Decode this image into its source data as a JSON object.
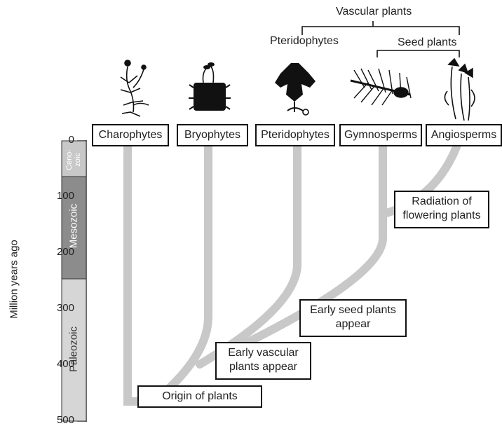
{
  "groups": {
    "vascular": "Vascular plants",
    "pteridophytes": "Pteridophytes",
    "seed": "Seed plants"
  },
  "taxa": [
    "Charophytes",
    "Bryophytes",
    "Pteridophytes",
    "Gymnosperms",
    "Angiosperms"
  ],
  "events": {
    "origin": "Origin of plants",
    "vascular_l1": "Early vascular",
    "vascular_l2": "plants appear",
    "seed_l1": "Early seed plants",
    "seed_l2": "appear",
    "radiation_l1": "Radiation of",
    "radiation_l2": "flowering plants"
  },
  "axis": {
    "label": "Million years ago",
    "ticks": [
      "0",
      "100",
      "200",
      "300",
      "400",
      "500"
    ]
  },
  "eras": {
    "cenozoic": "Ceno-\nzoic",
    "mesozoic": "Mesozoic",
    "paleozoic": "Paleozoic"
  },
  "colors": {
    "branch": "#c8c8c8",
    "cenozoic": "#c8c8c8",
    "mesozoic": "#8c8c8c",
    "paleozoic": "#d6d6d6"
  }
}
